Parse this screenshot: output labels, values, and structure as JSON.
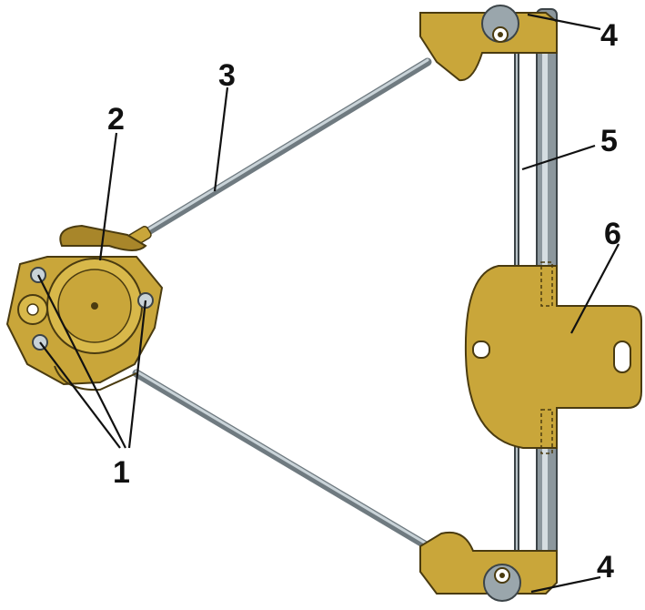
{
  "callouts": {
    "bolts": "1",
    "drive": "2",
    "rod": "3",
    "pulley_top": "4",
    "cable": "5",
    "carrier": "6",
    "pulley_bottom": "4"
  },
  "colors": {
    "brass": "#c9a63a",
    "steel": "#9aa6ac",
    "outline": "#3c4448",
    "label": "#111111"
  }
}
